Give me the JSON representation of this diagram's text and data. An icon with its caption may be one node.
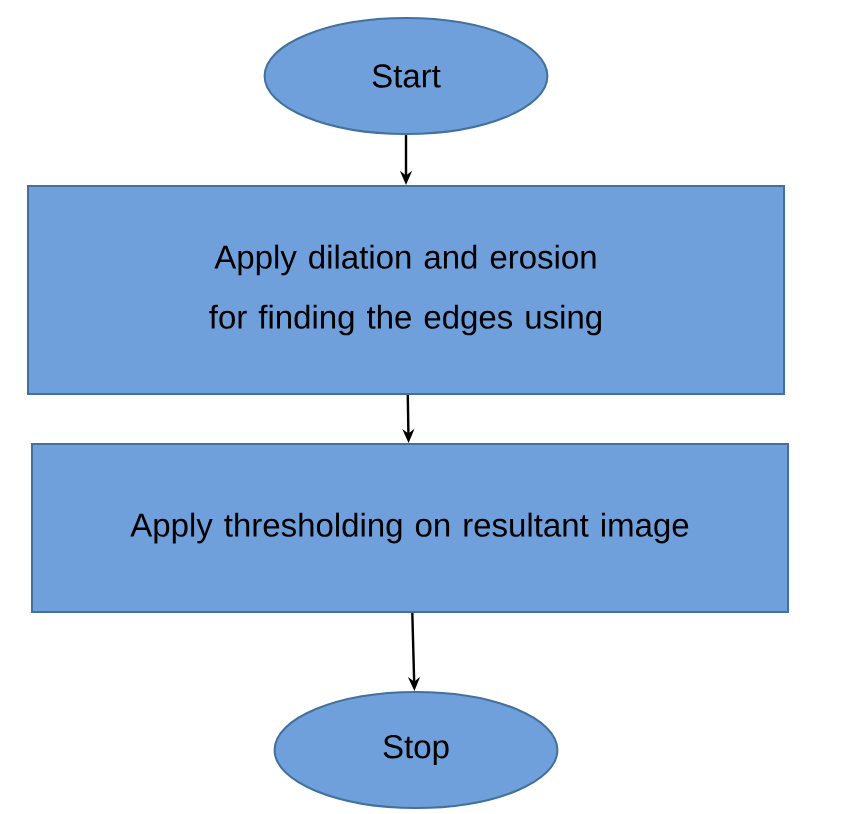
{
  "diagram": {
    "nodes": [
      {
        "text": [
          "Start"
        ]
      },
      {
        "text": [
          "Apply dilation and erosion for finding the edges using"
        ]
      },
      {
        "text": [
          "Apply thresholding on resultant image"
        ]
      },
      {
        "text": [
          "Stop"
        ]
      }
    ],
    "edges": [
      {
        "from": 0,
        "to": 1,
        "arrow": "to"
      },
      {
        "from": 1,
        "to": 2,
        "arrow": "to"
      },
      {
        "from": 2,
        "to": 3,
        "arrow": "to"
      }
    ]
  }
}
